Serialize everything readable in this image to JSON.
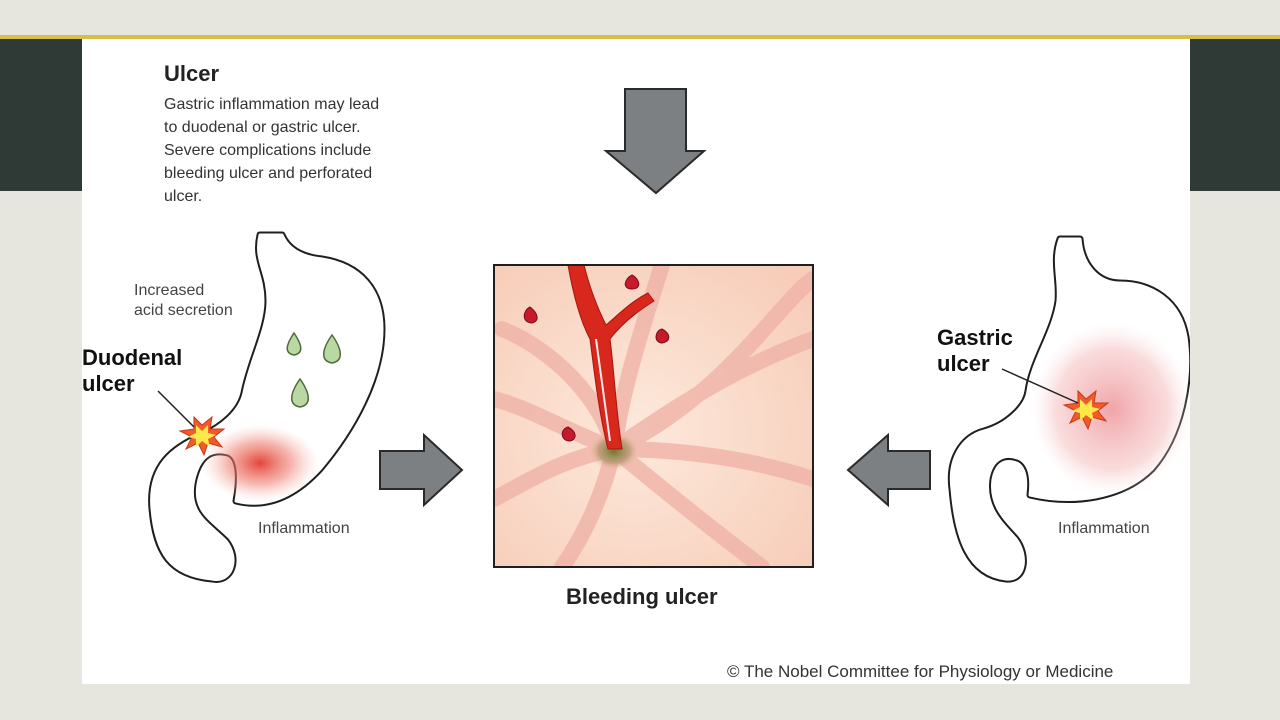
{
  "colors": {
    "band": "#2f3a37",
    "accent": "#d6bf45",
    "blood": "#d8271c",
    "inflammation": "#e84a3a",
    "arrow": "#7d8083"
  },
  "heading": {
    "title": "Ulcer",
    "description": "Gastric inflammation may lead\nto duodenal or gastric ulcer.\nSevere complications include\nbleeding ulcer and perforated\nulcer."
  },
  "left_stomach": {
    "acid_label": "Increased\nacid secretion",
    "ulcer_label": "Duodenal\nulcer",
    "inflammation_label": "Inflammation"
  },
  "right_stomach": {
    "ulcer_label": "Gastric\nulcer",
    "inflammation_label": "Inflammation"
  },
  "center": {
    "caption": "Bleeding ulcer"
  },
  "icons": [
    "arrow-down-icon",
    "arrow-right-icon",
    "arrow-left-icon",
    "acid-drop-icon",
    "burst-icon"
  ],
  "credit": "© The Nobel Committee for Physiology or Medicine"
}
